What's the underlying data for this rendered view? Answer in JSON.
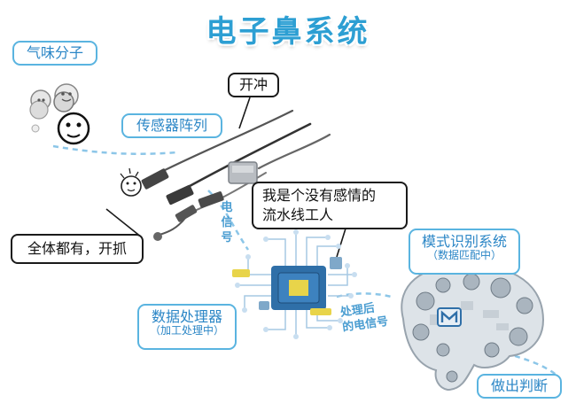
{
  "title": "电子鼻系统",
  "labels": {
    "molecules": "气味分子",
    "sensor_array": "传感器阵列",
    "power_on": "开冲",
    "all_grab": "全体都有，开抓",
    "worker_line1": "我是个没有感情的",
    "worker_line2": "流水线工人",
    "electric_signal": "电信号",
    "processed_signal_line1": "处理后",
    "processed_signal_line2": "的电信号",
    "data_processor": "数据处理器",
    "data_processor_sub": "（加工处理中）",
    "pattern_recognition": "模式识别系统",
    "pattern_recognition_sub": "（数据匹配中）",
    "judgement": "做出判断"
  },
  "colors": {
    "title": "#2d9fd3",
    "tag_border": "#5ab4e0",
    "tag_text": "#2b86c6",
    "dash": "#8cc6e8",
    "chip": "#2f6fa8",
    "chip_accent": "#e8d44a"
  },
  "icons": {
    "molecules": "face-molecule-icon",
    "sensor": "sensor-probe-icon",
    "processor": "circuit-chip-icon",
    "brain": "mechanical-brain-icon"
  }
}
